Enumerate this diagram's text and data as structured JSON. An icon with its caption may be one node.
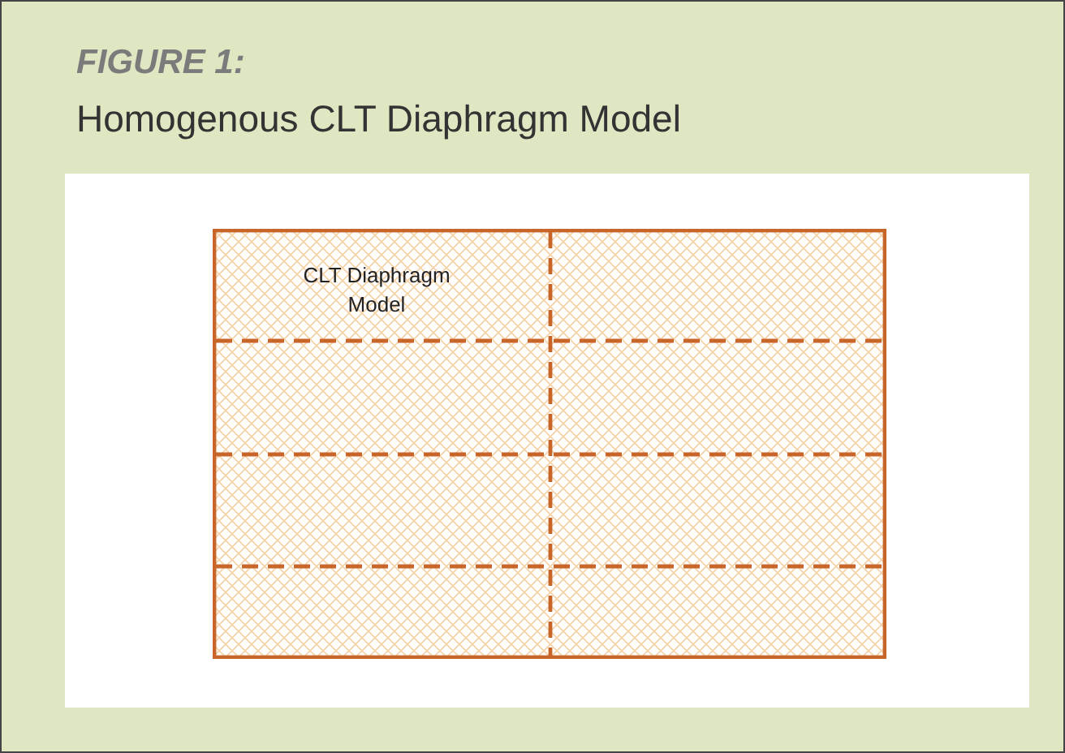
{
  "diagram": {
    "title": "Homogenous CLT Diaphragm Model",
    "nodes": [
      {
        "text": [
          "CLT Diaphragm Model"
        ]
      }
    ],
    "labels": [
      "FIGURE 1:"
    ]
  }
}
